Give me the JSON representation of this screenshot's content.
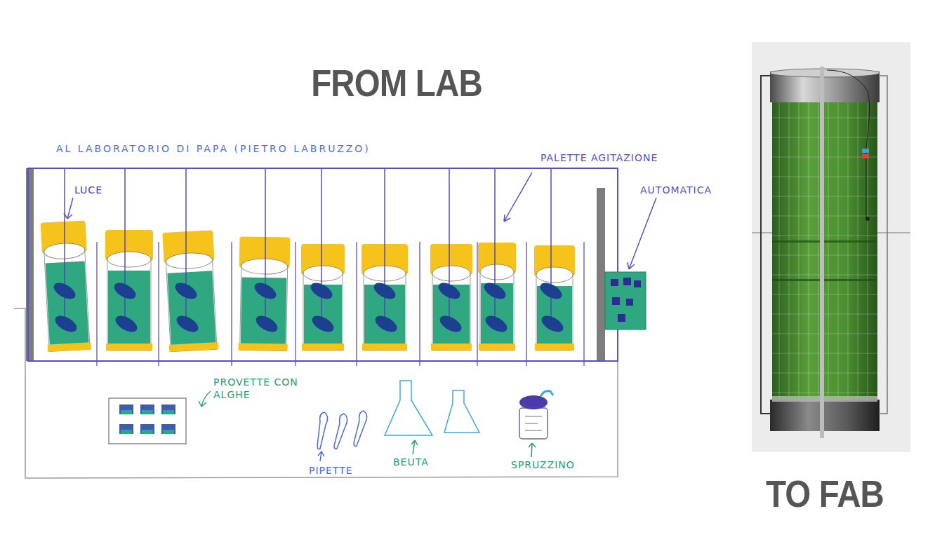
{
  "diagram": {
    "labels": [
      "FROM LAB",
      "AL LABORATORIO DI PAPA (PIETRO LABRUZZO)",
      "LUCE",
      "PALETTE AGITAZIONE",
      "AUTOMATICA",
      "PROVETTE CON ALGHE",
      "PIPETTE",
      "BEUTA",
      "SPRUZZINO",
      "TO FAB"
    ]
  }
}
